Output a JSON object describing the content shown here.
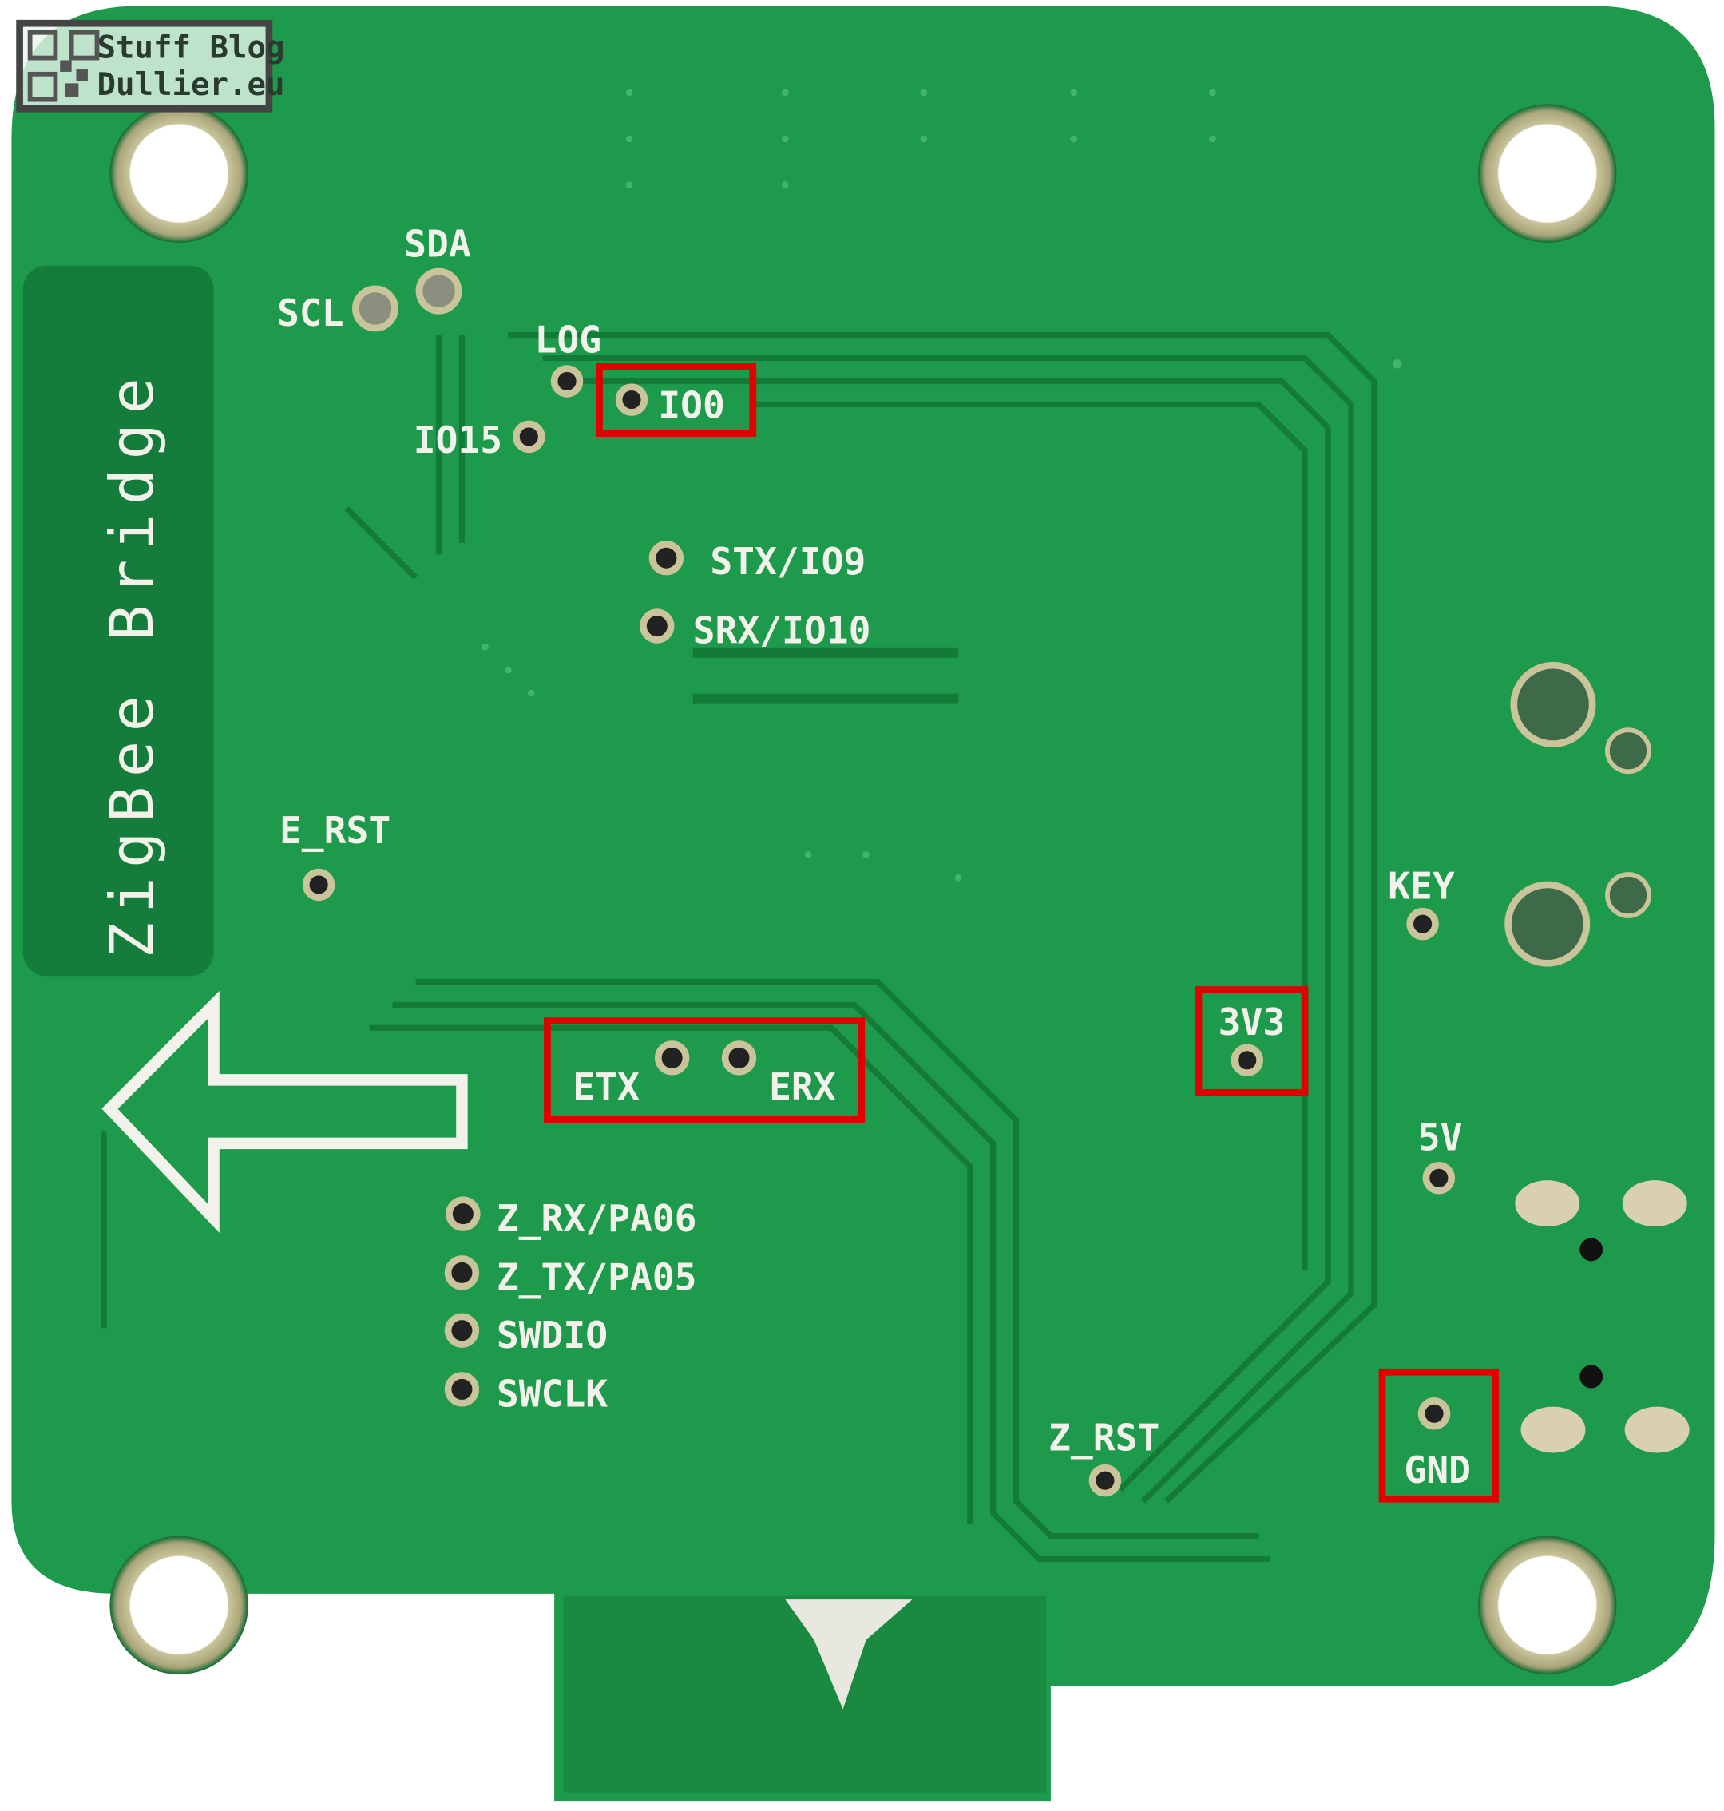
{
  "watermark": {
    "line1": "Stuff Blog",
    "line2": "Dullier.eu"
  },
  "board_title": "ZigBee Bridge",
  "pads": {
    "sda": "SDA",
    "scl": "SCL",
    "log": "LOG",
    "io0": "IO0",
    "io15": "IO15",
    "stx": "STX/IO9",
    "srx": "SRX/IO10",
    "e_rst": "E_RST",
    "key": "KEY",
    "v33": "3V3",
    "etx": "ETX",
    "erx": "ERX",
    "v5": "5V",
    "gnd": "GND",
    "z_rx": "Z_RX/PA06",
    "z_tx": "Z_TX/PA05",
    "swdio": "SWDIO",
    "swclk": "SWCLK",
    "z_rst": "Z_RST"
  },
  "colors": {
    "board": "#1e9a4c",
    "trace": "#137a38",
    "highlight": "#e00000",
    "silk": "#f2f2ea"
  }
}
